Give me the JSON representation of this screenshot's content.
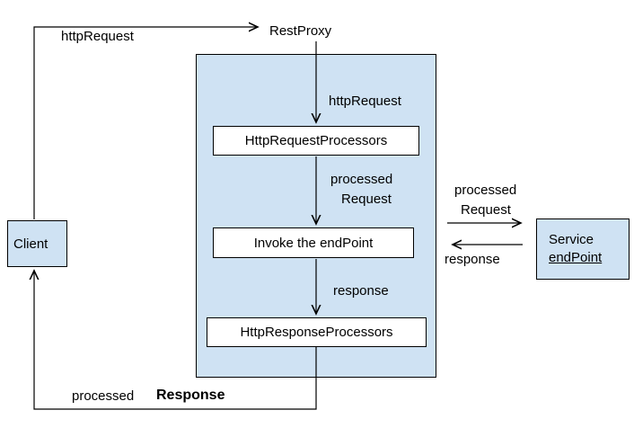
{
  "colors": {
    "box_fill": "#cfe2f3",
    "inner_box_fill": "#ffffff",
    "line": "#000000",
    "text": "#000000",
    "background": "#ffffff"
  },
  "nodes": {
    "client": {
      "label": "Client"
    },
    "rest_proxy": {
      "label": "RestProxy"
    },
    "http_request_processors": {
      "label": "HttpRequestProcessors"
    },
    "invoke_endpoint": {
      "label": "Invoke the endPoint"
    },
    "http_response_processors": {
      "label": "HttpResponseProcessors"
    },
    "service_endpoint": {
      "line1": "Service",
      "line2": "endPoint"
    }
  },
  "edges": {
    "client_to_restproxy": {
      "label": "httpRequest"
    },
    "restproxy_to_request_processors": {
      "label": "httpRequest"
    },
    "request_processors_to_invoke": {
      "line1": "processed",
      "line2": "Request"
    },
    "invoke_to_response_processors": {
      "label": "response"
    },
    "proxy_to_service": {
      "line1": "processed",
      "line2": "Request"
    },
    "service_to_proxy": {
      "label": "response"
    },
    "response_processors_to_client": {
      "word1": "processed",
      "word2": "Response"
    }
  }
}
